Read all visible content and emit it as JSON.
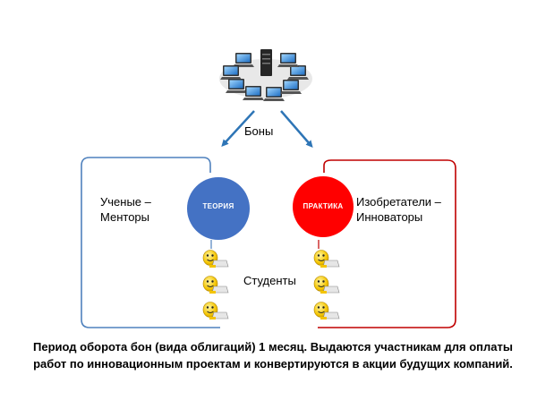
{
  "top_label": "Боны",
  "left_group": {
    "line1": "Ученые –",
    "line2": "Менторы",
    "circle_label": "ТЕОРИЯ",
    "circle_color": "#4472c4",
    "frame_color": "#4f81bd"
  },
  "right_group": {
    "line1": "Изобретатели –",
    "line2": "Инноваторы",
    "circle_label": "ПРАКТИКА",
    "circle_color": "#ff0000",
    "frame_color": "#c00000"
  },
  "students_label": "Студенты",
  "caption": "Период оборота бон (вида облигаций) 1 месяц. Выдаются участникам для оплаты работ по инновационным проектам и конвертируются в акции будущих компаний.",
  "arrow_color": "#2e75b6",
  "icons": [
    "server-network-icon",
    "student-laptop-icon"
  ]
}
